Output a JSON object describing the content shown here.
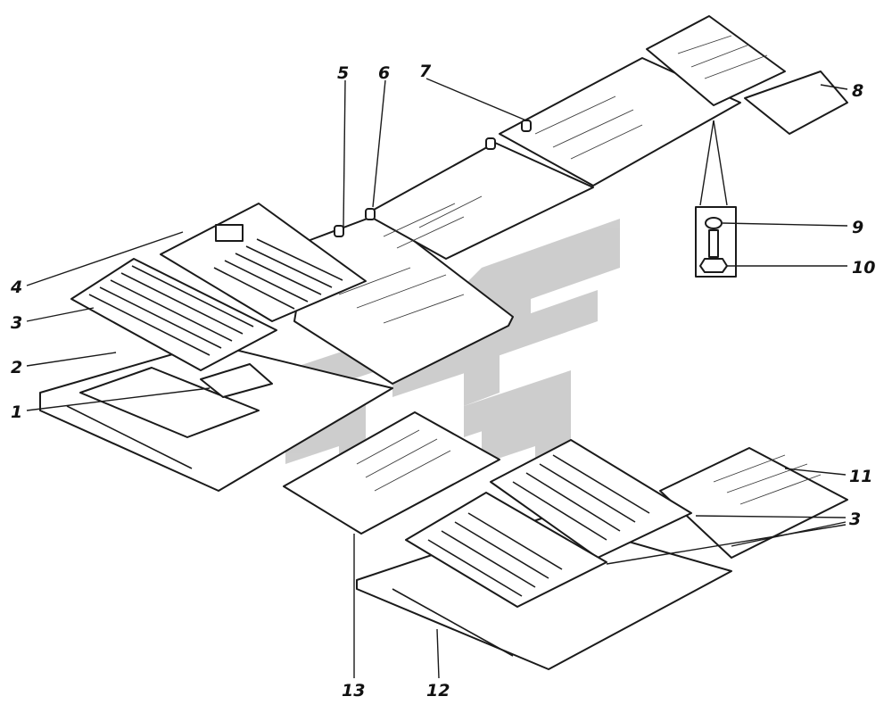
{
  "colors": {
    "ink": "#1a1a1a",
    "watermark": "#a6a6a6",
    "background": "#ffffff"
  },
  "callouts": [
    {
      "id": "c1",
      "text": "1"
    },
    {
      "id": "c2",
      "text": "2"
    },
    {
      "id": "c3a",
      "text": "3"
    },
    {
      "id": "c3b",
      "text": "3"
    },
    {
      "id": "c4",
      "text": "4"
    },
    {
      "id": "c5",
      "text": "5"
    },
    {
      "id": "c6",
      "text": "6"
    },
    {
      "id": "c7",
      "text": "7"
    },
    {
      "id": "c8",
      "text": "8"
    },
    {
      "id": "c9",
      "text": "9"
    },
    {
      "id": "c10",
      "text": "10"
    },
    {
      "id": "c11",
      "text": "11"
    },
    {
      "id": "c12",
      "text": "12"
    },
    {
      "id": "c13",
      "text": "13"
    }
  ]
}
